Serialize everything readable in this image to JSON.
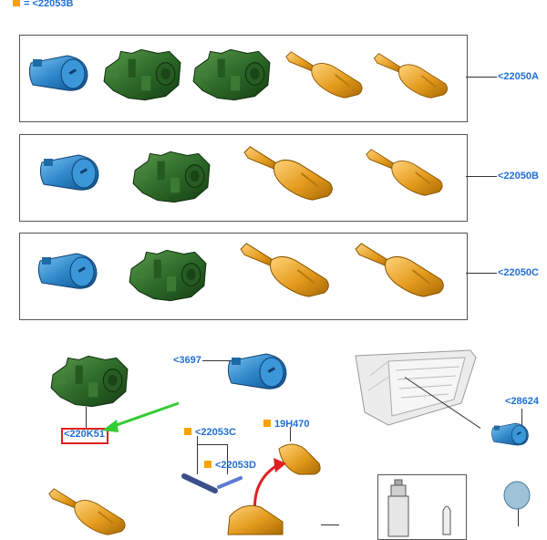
{
  "legend": {
    "symbol_color": "#f5a300",
    "text": "= <22053B"
  },
  "rows": [
    {
      "label": "<22050A"
    },
    {
      "label": "<22050B"
    },
    {
      "label": "<22050C"
    }
  ],
  "callouts": {
    "key_cylinder_ref": "<3697",
    "lock_assembly_ref": "<220K51",
    "pin_set_ref": "<22053C",
    "pin_ref": "<22053D",
    "key_head_ref": "19H470",
    "cylinder_small_ref": "<28624"
  },
  "colors": {
    "cylinder": "#2d86c8",
    "lock_body": "#2f6b2a",
    "key": "#e39a1c",
    "accent_link": "#1f6fd6",
    "highlight": "#e02020",
    "arrow": "#33cc33"
  }
}
